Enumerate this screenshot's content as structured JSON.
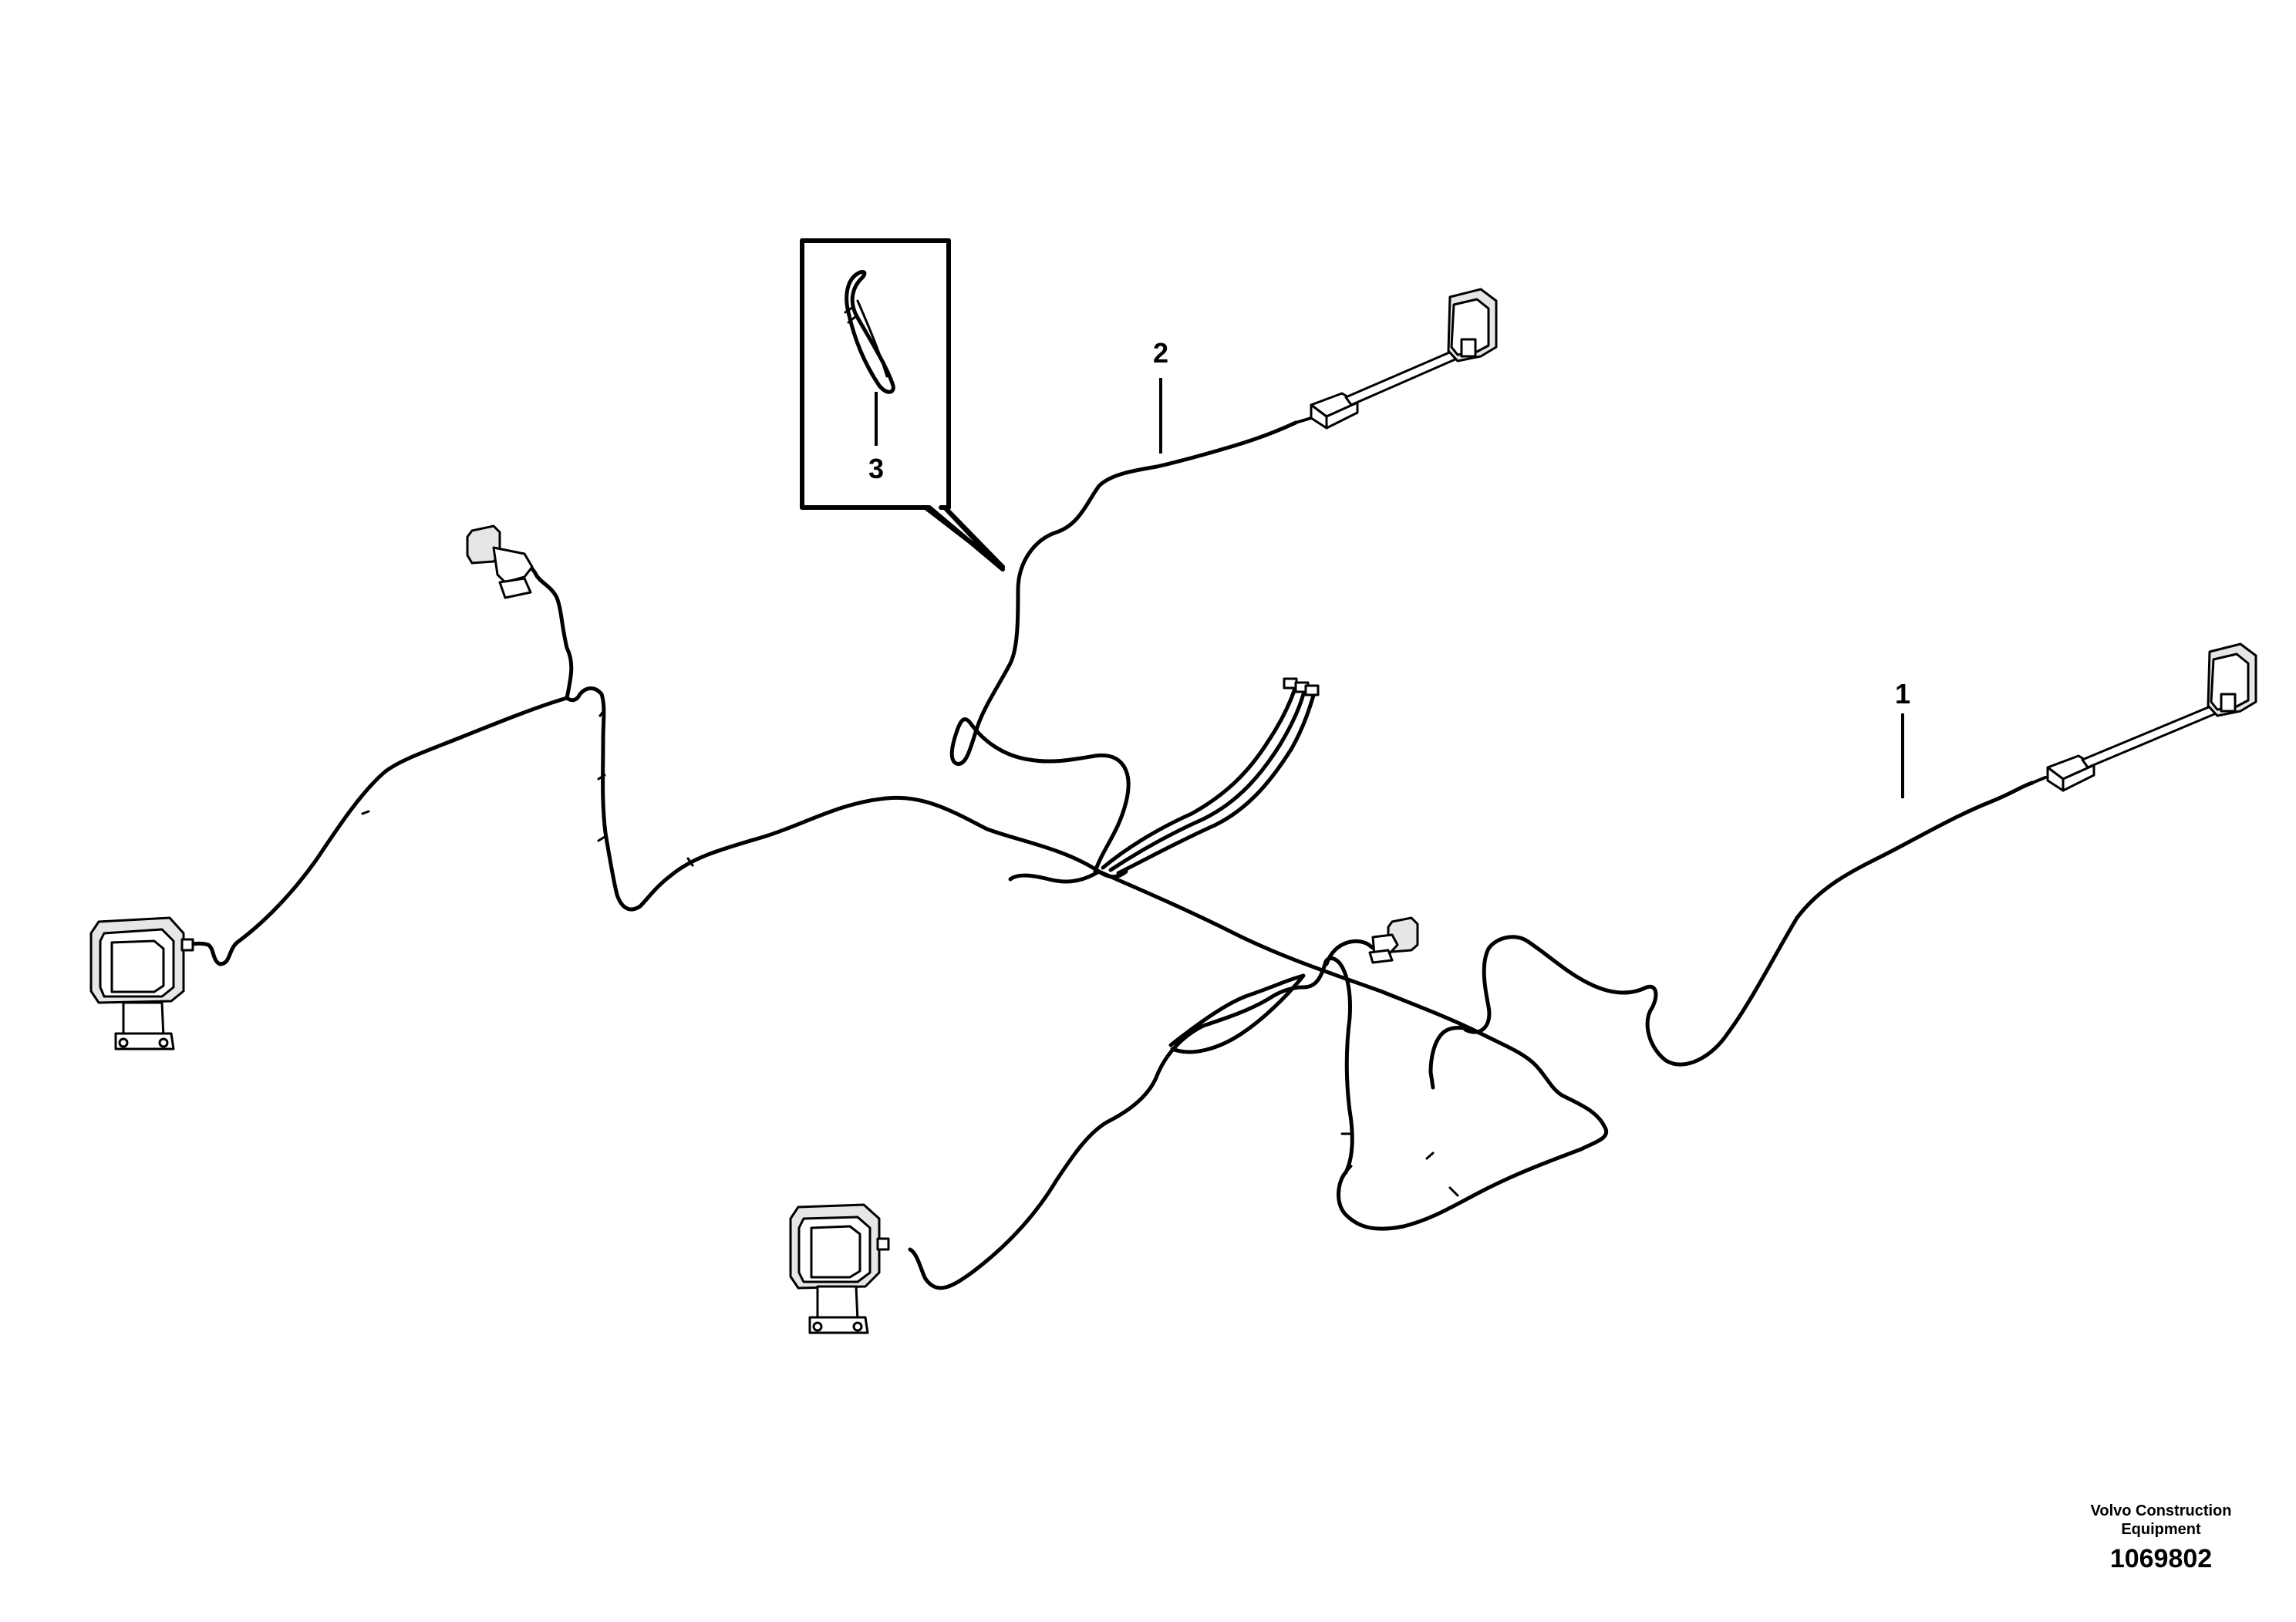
{
  "callouts": [
    {
      "number": "1"
    },
    {
      "number": "2"
    },
    {
      "number": "3"
    }
  ],
  "footer": {
    "company": "Volvo Construction Equipment",
    "document_number": "1069802"
  }
}
